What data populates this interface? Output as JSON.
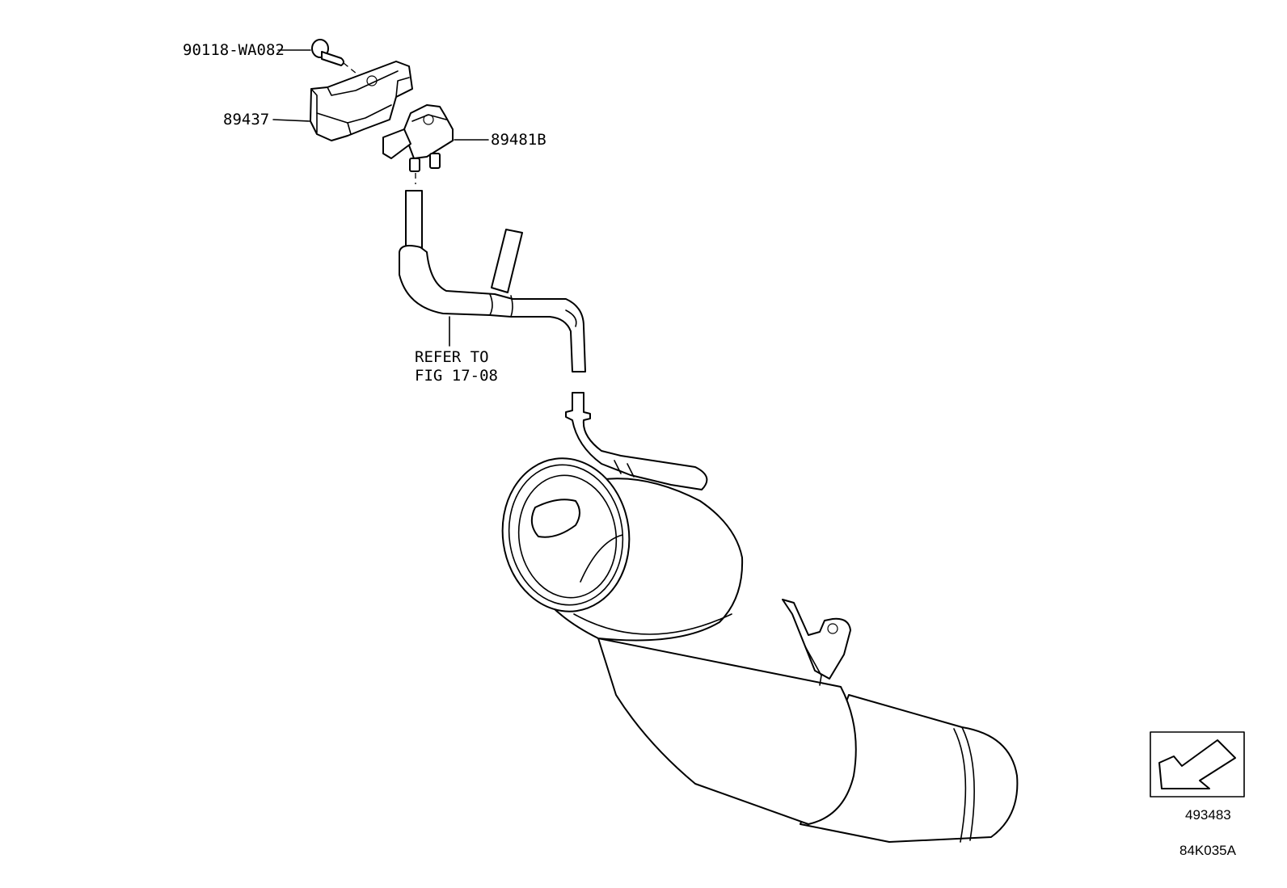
{
  "parts": [
    {
      "number": "90118-WA082",
      "description": "bolt"
    },
    {
      "number": "89437",
      "description": "bracket"
    },
    {
      "number": "89481B",
      "description": "pressure sensor"
    }
  ],
  "notes": {
    "refer_line1": "REFER TO",
    "refer_line2": "FIG 17-08"
  },
  "footer": {
    "orientation_code": "493483",
    "figure_id": "84K035A"
  },
  "icons": {
    "orientation": "front-arrow-icon"
  }
}
